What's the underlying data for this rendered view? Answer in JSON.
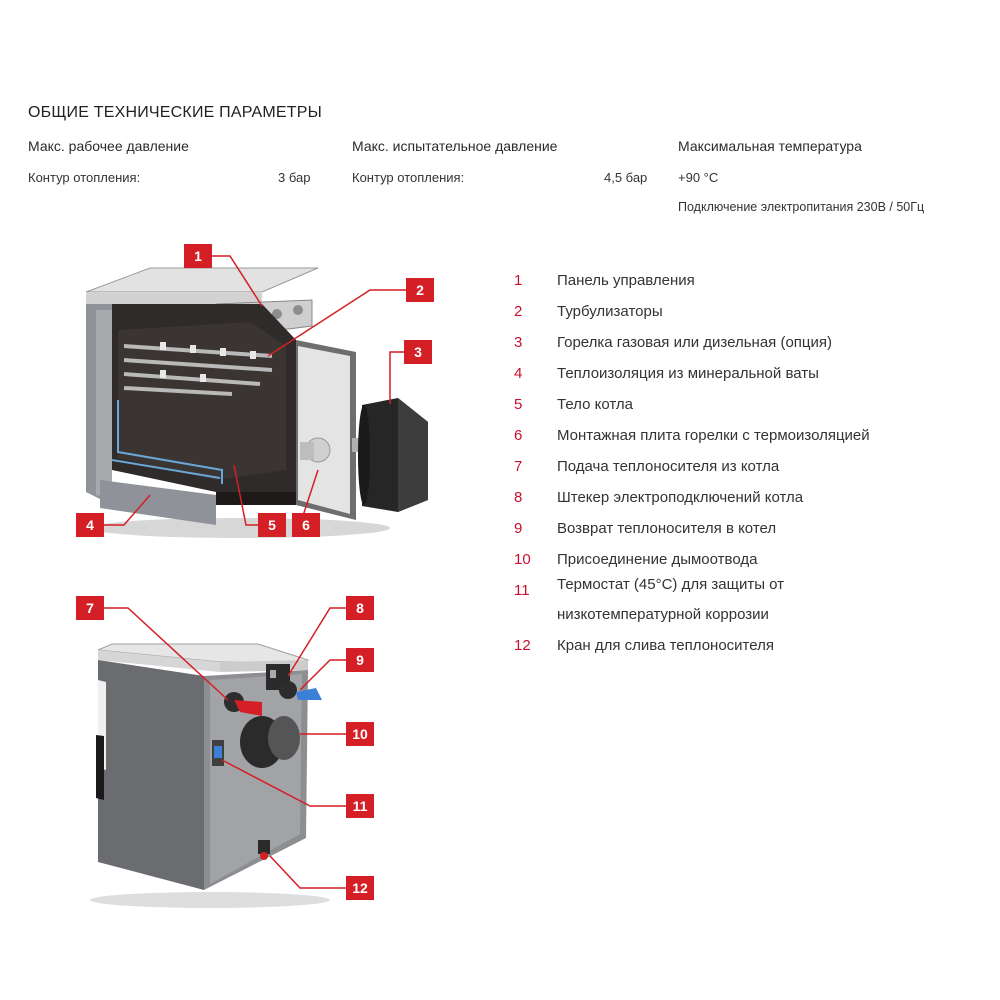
{
  "header": {
    "title": "ОБЩИЕ ТЕХНИЧЕСКИЕ ПАРАМЕТРЫ"
  },
  "params": [
    {
      "heading": "Макс. рабочее давление",
      "label": "Контур отопления:",
      "value": "3 бар"
    },
    {
      "heading": "Макс. испытательное давление",
      "label": "Контур отопления:",
      "value": "4,5 бар"
    },
    {
      "heading": "Максимальная температура",
      "label": "",
      "value": "+90 °С",
      "extra": "Подключение электропитания 230В / 50Гц"
    }
  ],
  "legend": [
    {
      "num": "1",
      "text": "Панель управления"
    },
    {
      "num": "2",
      "text": "Турбулизаторы"
    },
    {
      "num": "3",
      "text": "Горелка газовая или дизельная (опция)"
    },
    {
      "num": "4",
      "text": "Теплоизоляция из минеральной ваты"
    },
    {
      "num": "5",
      "text": "Тело котла"
    },
    {
      "num": "6",
      "text": "Монтажная плита горелки с термоизоляцией"
    },
    {
      "num": "7",
      "text": "Подача теплоносителя из котла"
    },
    {
      "num": "8",
      "text": "Штекер электроподключений котла"
    },
    {
      "num": "9",
      "text": "Возврат теплоносителя в котел"
    },
    {
      "num": "10",
      "text": "Присоединение дымоотвода"
    },
    {
      "num": "11",
      "text": "Термостат (45°С) для защиты от",
      "text2": "низкотемпературной коррозии"
    },
    {
      "num": "12",
      "text": "Кран для слива теплоносителя"
    }
  ],
  "callouts": {
    "c1": "1",
    "c2": "2",
    "c3": "3",
    "c4": "4",
    "c5": "5",
    "c6": "6",
    "c7": "7",
    "c8": "8",
    "c9": "9",
    "c10": "10",
    "c11": "11",
    "c12": "12"
  },
  "colors": {
    "accent": "#d41f26",
    "number_text": "#c8102e"
  }
}
